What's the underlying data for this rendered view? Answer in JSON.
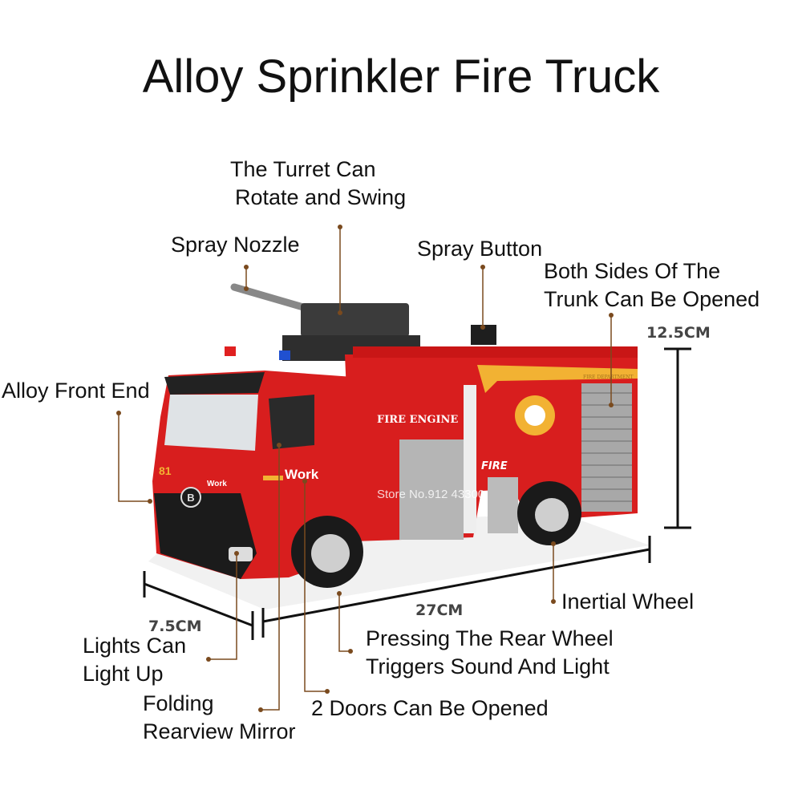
{
  "title": "Alloy Sprinkler Fire Truck",
  "labels": {
    "turret_1": "The Turret Can",
    "turret_2": "Rotate and Swing",
    "spray_nozzle": "Spray Nozzle",
    "spray_button": "Spray Button",
    "trunk_1": "Both Sides Of The",
    "trunk_2": "Trunk Can Be Opened",
    "front_end": "Alloy Front End",
    "inertial_wheel": "Inertial Wheel",
    "lights_1": "Lights Can",
    "lights_2": "Light Up",
    "rear_1": "Pressing The Rear Wheel",
    "rear_2": "Triggers Sound And Light",
    "mirror_1": "Folding",
    "mirror_2": "Rearview Mirror",
    "doors": "2 Doors Can Be Opened"
  },
  "dimensions": {
    "height": "12.5CM",
    "length": "27CM",
    "width": "7.5CM"
  },
  "truck_text": {
    "fire_engine": "FIRE ENGINE",
    "work": "Work",
    "work_small": "Work",
    "number": "81",
    "fire": "FIRE",
    "badge": "B",
    "department": "FIRE DEPARTMENT",
    "watermark": "Store No.912 43300"
  },
  "colors": {
    "leader": "#7a4a1e",
    "truck_red": "#d81e1e",
    "stripe": "#f2b233"
  }
}
